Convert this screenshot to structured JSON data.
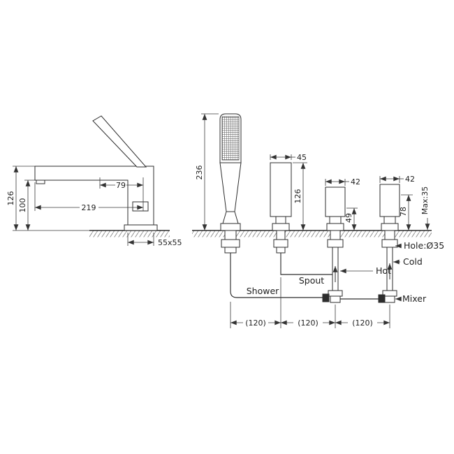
{
  "drawing": {
    "left_view": {
      "dim_overall_height": "126",
      "dim_spout_height": "100",
      "dim_spout_reach": "219",
      "dim_handle_length": "79",
      "dim_base": "55x55"
    },
    "right_view": {
      "dim_shower_height": "236",
      "dim_spout_width": "45",
      "dim_spout_height": "126",
      "dim_hot_handle_width": "42",
      "dim_hot_handle_height": "49",
      "dim_cold_handle_width": "42",
      "dim_cold_handle_height": "78",
      "dim_max_deck_thickness": "Max:35",
      "dim_hole": "Hole:Ø35",
      "dim_spacing_1": "(120)",
      "dim_spacing_2": "(120)",
      "dim_spacing_3": "(120)",
      "label_shower": "Shower",
      "label_spout": "Spout",
      "label_hot": "Hot",
      "label_cold": "Cold",
      "label_mixer": "Mixer"
    },
    "colors": {
      "line": "#2d2d2d",
      "dimension": "#3a3a3a",
      "hatch": "#909090",
      "background": "#ffffff"
    }
  }
}
